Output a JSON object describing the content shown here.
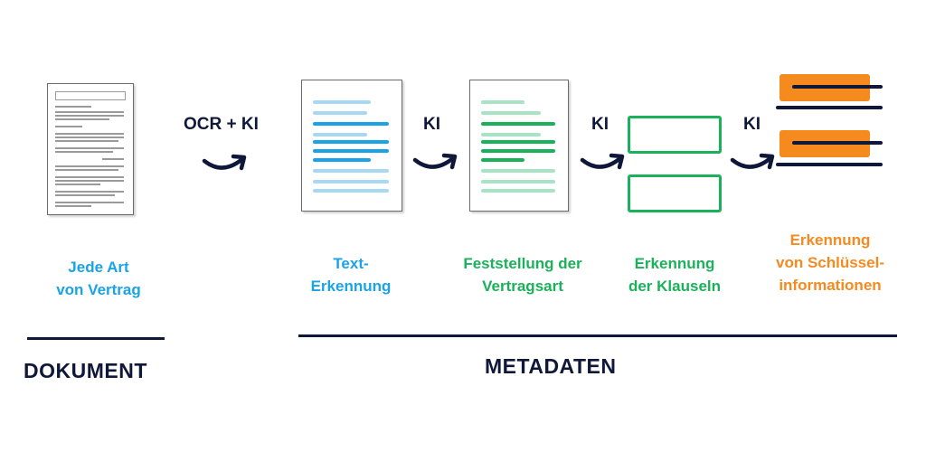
{
  "steps": [
    {
      "caption": "Jede Art\nvon Vertrag",
      "color": "#1aa3e8"
    },
    {
      "caption": "Text-\nErkennung",
      "color": "#1aa3e8"
    },
    {
      "caption": "Feststellung der\nVertragsart",
      "color": "#1bb15a"
    },
    {
      "caption": "Erkennung\nder Klauseln",
      "color": "#1bb15a"
    },
    {
      "caption": "Erkennung\nvon Schlüssel-\ninformationen",
      "color": "#f58a1f"
    }
  ],
  "arrows": [
    {
      "label": "OCR + KI"
    },
    {
      "label": "KI"
    },
    {
      "label": "KI"
    },
    {
      "label": "KI"
    }
  ],
  "sections": {
    "dokument": "DOKUMENT",
    "metadaten": "METADATEN"
  },
  "colors": {
    "navy": "#10183a",
    "blue": "#1aa3e8",
    "light_blue": "#a9d8f5",
    "green": "#1bb15a",
    "light_green": "#a7e3c4",
    "orange": "#f58a1f"
  },
  "icons": {
    "arrow": "curved-arrow-icon",
    "contract_page": "contract-document-icon",
    "text_page": "text-document-icon",
    "classified_page": "classified-document-icon",
    "clauses": "clause-boxes-icon",
    "key_info": "key-info-icon"
  }
}
